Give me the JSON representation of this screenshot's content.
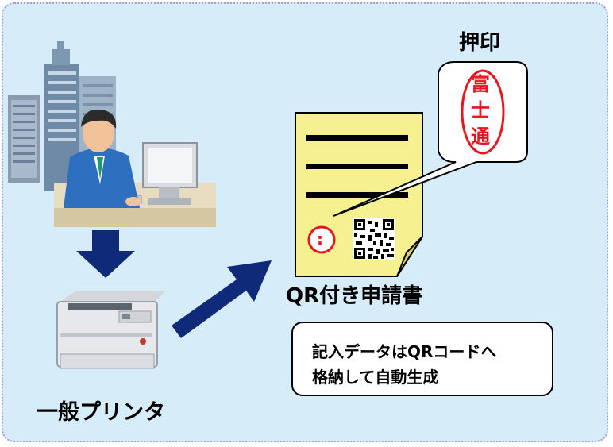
{
  "labels": {
    "seal_caption": "押印",
    "form_caption": "QR付き申請書",
    "printer_caption": "一般プリンタ"
  },
  "note": {
    "line1": "記入データはQRコードへ",
    "line2": "格納して自動生成"
  },
  "seal": {
    "chars": [
      "富",
      "士",
      "通"
    ],
    "small_seal_char": ":"
  },
  "colors": {
    "background": "#d6ecf8",
    "border": "#9e9ee0",
    "form_paper": "#f6f090",
    "arrow": "#0f2a78",
    "seal_red": "#e8141e"
  }
}
